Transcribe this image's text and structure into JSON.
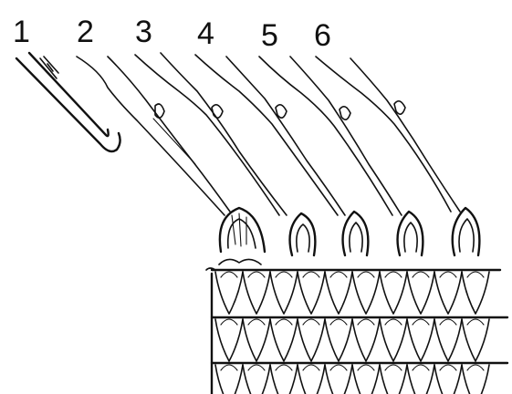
{
  "diagram": {
    "labels": [
      "1",
      "2",
      "3",
      "4",
      "5",
      "6"
    ],
    "colors": {
      "ink": "#111111",
      "background": "#ffffff"
    }
  }
}
